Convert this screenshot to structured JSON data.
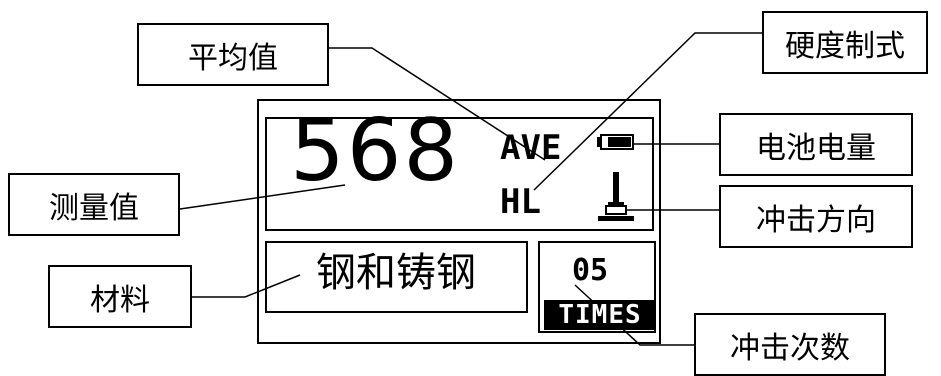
{
  "labels": {
    "average": "平均值",
    "hardness_scale": "硬度制式",
    "battery": "电池电量",
    "measured_value": "测量值",
    "impact_direction": "冲击方向",
    "material": "材料",
    "impact_count": "冲击次数"
  },
  "display": {
    "value": "568",
    "mode": "AVE",
    "scale": "HL",
    "material": "钢和铸钢",
    "count": "05",
    "count_unit": "TIMES"
  }
}
